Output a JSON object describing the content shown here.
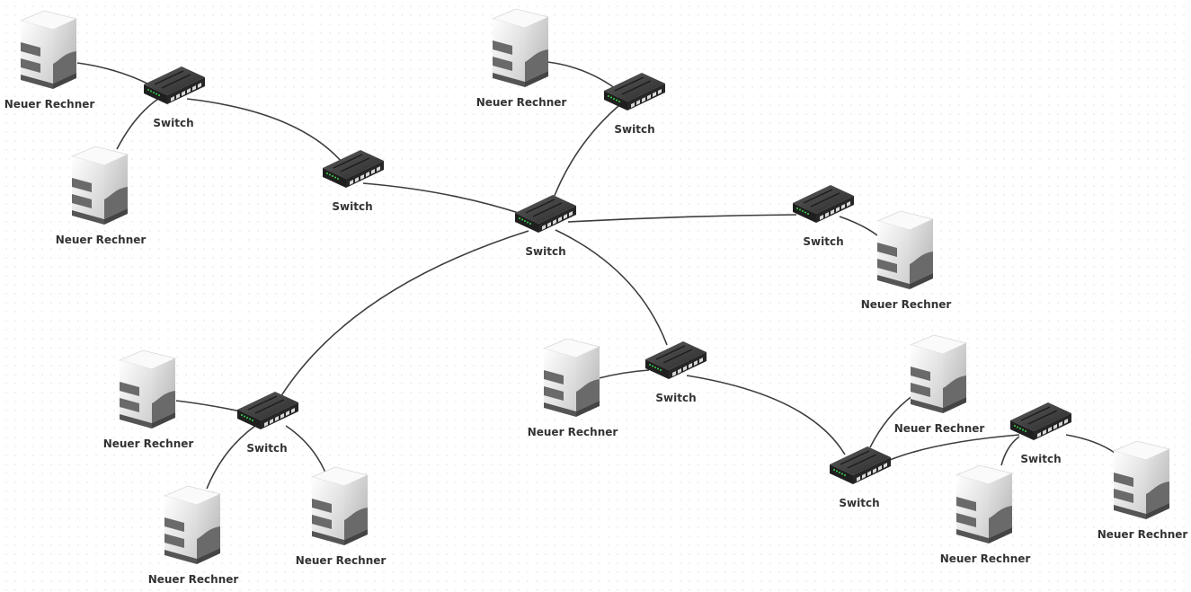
{
  "diagram": {
    "node_types": {
      "switch": {
        "label": "Switch",
        "icon": "network-switch-icon"
      },
      "computer": {
        "label": "Neuer Rechner",
        "icon": "server-tower-icon"
      }
    },
    "nodes": [
      {
        "id": "sw1",
        "type": "switch",
        "label": "Switch"
      },
      {
        "id": "sw2",
        "type": "switch",
        "label": "Switch"
      },
      {
        "id": "sw3",
        "type": "switch",
        "label": "Switch"
      },
      {
        "id": "sw4",
        "type": "switch",
        "label": "Switch"
      },
      {
        "id": "sw5",
        "type": "switch",
        "label": "Switch"
      },
      {
        "id": "sw6",
        "type": "switch",
        "label": "Switch"
      },
      {
        "id": "sw7",
        "type": "switch",
        "label": "Switch"
      },
      {
        "id": "sw8",
        "type": "switch",
        "label": "Switch"
      },
      {
        "id": "sw9",
        "type": "switch",
        "label": "Switch"
      },
      {
        "id": "pc1",
        "type": "computer",
        "label": "Neuer Rechner"
      },
      {
        "id": "pc2",
        "type": "computer",
        "label": "Neuer Rechner"
      },
      {
        "id": "pc3",
        "type": "computer",
        "label": "Neuer Rechner"
      },
      {
        "id": "pc4",
        "type": "computer",
        "label": "Neuer Rechner"
      },
      {
        "id": "pc5",
        "type": "computer",
        "label": "Neuer Rechner"
      },
      {
        "id": "pc6",
        "type": "computer",
        "label": "Neuer Rechner"
      },
      {
        "id": "pc7",
        "type": "computer",
        "label": "Neuer Rechner"
      },
      {
        "id": "pc8",
        "type": "computer",
        "label": "Neuer Rechner"
      },
      {
        "id": "pc9",
        "type": "computer",
        "label": "Neuer Rechner"
      },
      {
        "id": "pc10",
        "type": "computer",
        "label": "Neuer Rechner"
      },
      {
        "id": "pc11",
        "type": "computer",
        "label": "Neuer Rechner"
      }
    ],
    "edges": [
      {
        "from": "pc1",
        "to": "sw1"
      },
      {
        "from": "pc2",
        "to": "sw1"
      },
      {
        "from": "sw1",
        "to": "sw2"
      },
      {
        "from": "sw2",
        "to": "sw3"
      },
      {
        "from": "pc3",
        "to": "sw4"
      },
      {
        "from": "sw4",
        "to": "sw3"
      },
      {
        "from": "sw3",
        "to": "sw5"
      },
      {
        "from": "sw5",
        "to": "pc4"
      },
      {
        "from": "sw3",
        "to": "sw6"
      },
      {
        "from": "sw3",
        "to": "sw7"
      },
      {
        "from": "pc5",
        "to": "sw6"
      },
      {
        "from": "sw6",
        "to": "pc6"
      },
      {
        "from": "sw6",
        "to": "pc7"
      },
      {
        "from": "pc8",
        "to": "sw7"
      },
      {
        "from": "sw7",
        "to": "sw8"
      },
      {
        "from": "sw8",
        "to": "pc9"
      },
      {
        "from": "sw8",
        "to": "sw9"
      },
      {
        "from": "sw9",
        "to": "pc10"
      },
      {
        "from": "sw9",
        "to": "pc11"
      }
    ]
  },
  "colors": {
    "edge": "#3d3d3d",
    "label": "#333333",
    "switch_body": "#2e2e2e",
    "switch_top": "#4a4a4a",
    "switch_led": "#39d24a",
    "server_light": "#f2f2f2",
    "server_dark": "#6a6a6a"
  }
}
